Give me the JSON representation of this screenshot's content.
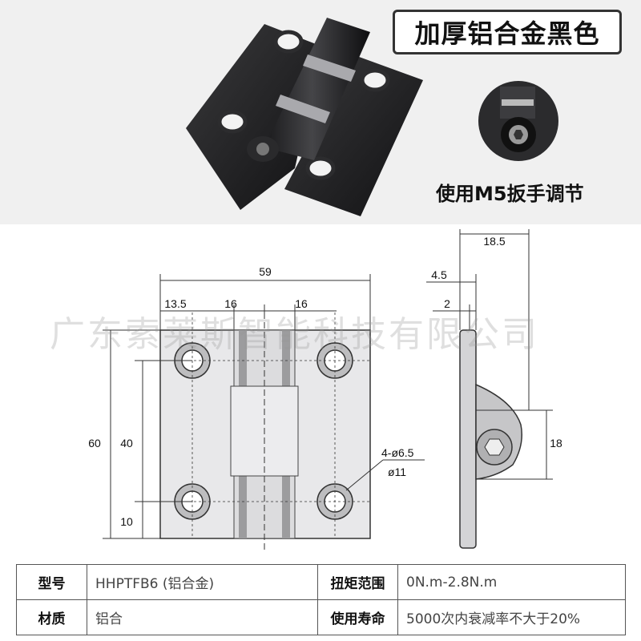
{
  "header": {
    "title": "加厚铝合金黑色",
    "caption": "使用M5扳手调节"
  },
  "drawing": {
    "front_dims": {
      "width": "59",
      "col1": "13.5",
      "col2": "16",
      "col3": "16",
      "height": "60",
      "hole_pitch": "40",
      "bottom_offset": "10",
      "hole_spec": "4-ø6.5",
      "counterbore": "ø11"
    },
    "side_dims": {
      "total": "18.5",
      "offset": "4.5",
      "plate": "2",
      "knuckle": "18"
    }
  },
  "watermark": "广东索莱斯智能科技有限公司",
  "specs": {
    "model_label": "型号",
    "model_value": "HHPTFB6 (铝合金)",
    "torque_label": "扭矩范围",
    "torque_value": "0N.m-2.8N.m",
    "material_label": "材质",
    "material_value": "铝合",
    "life_label": "使用寿命",
    "life_value": "5000次内衰减率不大于20%"
  }
}
